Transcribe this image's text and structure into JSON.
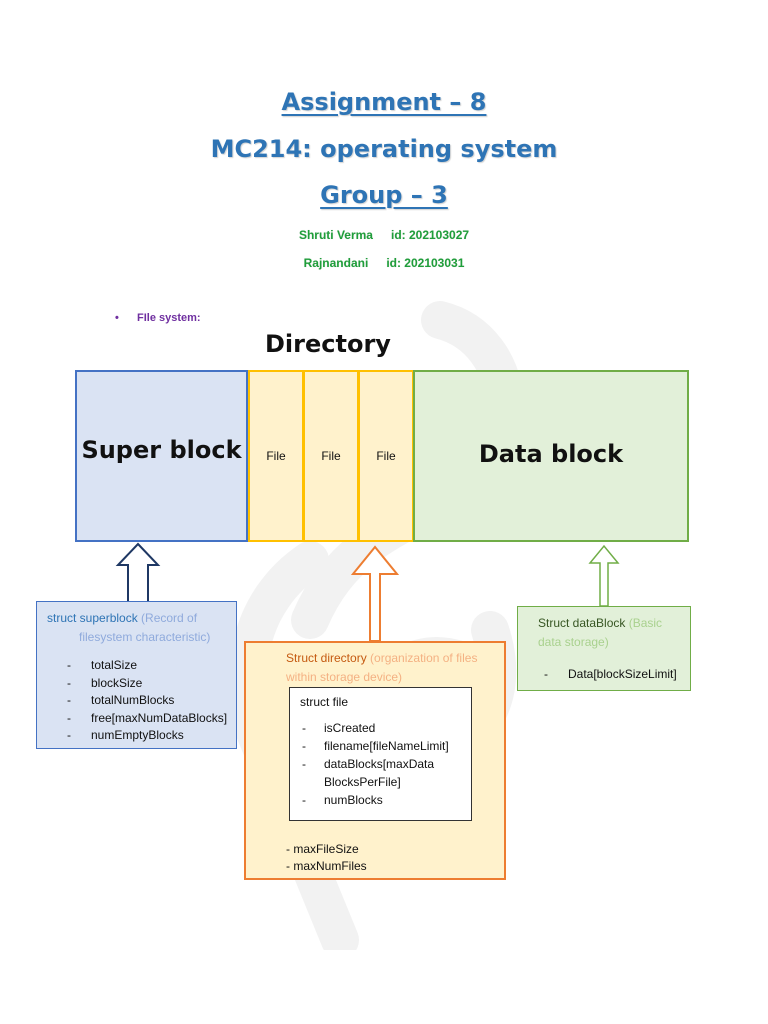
{
  "header": {
    "title": "Assignment – 8",
    "course": "MC214: operating system",
    "group": "Group – 3",
    "members": [
      {
        "name": "Shruti Verma",
        "id": "id: 202103027"
      },
      {
        "name": "Rajnandani",
        "id": "id: 202103031"
      }
    ]
  },
  "section": {
    "bullet": "•",
    "heading": "FIle system:"
  },
  "diagram": {
    "directory_label": "Directory",
    "super_block_label": "Super block",
    "file_labels": [
      "File",
      "File",
      "File"
    ],
    "data_block_label": "Data block"
  },
  "superblock_struct": {
    "title": "struct superblock",
    "desc_open": "(Record of",
    "desc_rest": "filesystem characteristic)",
    "fields": [
      "totalSize",
      "blockSize",
      "totalNumBlocks",
      "free[maxNumDataBlocks]",
      "numEmptyBlocks"
    ]
  },
  "directory_struct": {
    "title": "Struct directory",
    "desc": "(organization of files within storage device)",
    "file_struct": {
      "title": "struct file",
      "fields": [
        "isCreated",
        "filename[fileNameLimit]",
        "dataBlocks[maxData BlocksPerFile]",
        "numBlocks"
      ]
    },
    "extra_fields": [
      "- maxFileSize",
      "- maxNumFiles"
    ]
  },
  "datablock_struct": {
    "title": "Struct dataBlock",
    "desc": "(Basic data storage)",
    "fields": [
      "Data[blockSizeLimit]"
    ]
  },
  "colors": {
    "title_blue": "#2e74b5",
    "member_green": "#1f9e3a",
    "heading_purple": "#7030a0",
    "superblock_fill": "#dae3f3",
    "file_fill": "#fff2cc",
    "datablock_fill": "#e2f0d9",
    "directory_orange": "#ed7d31"
  }
}
